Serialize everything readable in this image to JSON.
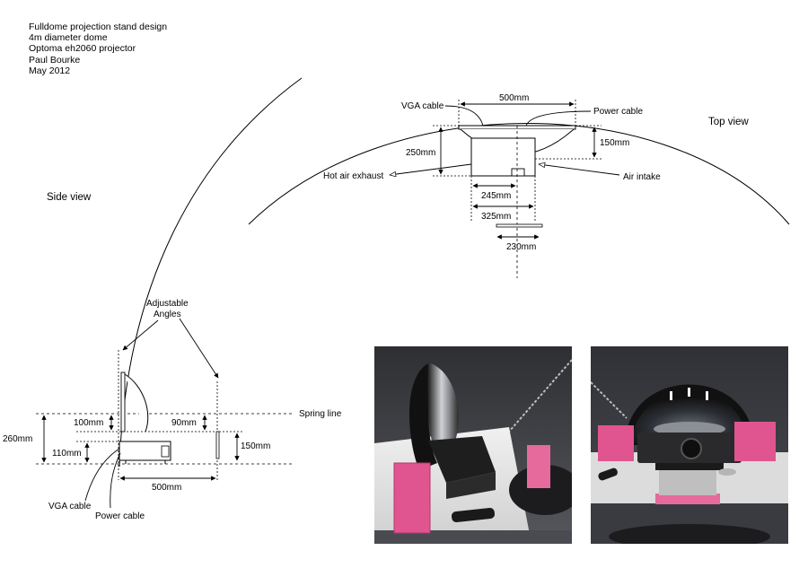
{
  "header": {
    "lines": [
      "Fulldome projection stand design",
      "4m diameter dome",
      "Optoma eh2060 projector",
      "Paul Bourke",
      "May 2012"
    ]
  },
  "top_view": {
    "title": "Top view",
    "vga_cable": "VGA cable",
    "power_cable": "Power cable",
    "hot_air": "Hot air exhaust",
    "air_intake": "Air intake",
    "dim_500": "500mm",
    "dim_250": "250mm",
    "dim_150": "150mm",
    "dim_245": "245mm",
    "dim_325": "325mm",
    "dim_230": "230mm"
  },
  "side_view": {
    "title": "Side view",
    "adjustable": "Adjustable",
    "angles": "Angles",
    "spring_line": "Spring line",
    "dim_100": "100mm",
    "dim_90": "90mm",
    "dim_260": "260mm",
    "dim_110": "110mm",
    "dim_150": "150mm",
    "dim_500": "500mm",
    "vga_cable": "VGA cable",
    "power_cable": "Power cable"
  },
  "colors": {
    "foam": "#e0558f",
    "table": "#e9e9e9",
    "wall": "#3e3f43"
  }
}
